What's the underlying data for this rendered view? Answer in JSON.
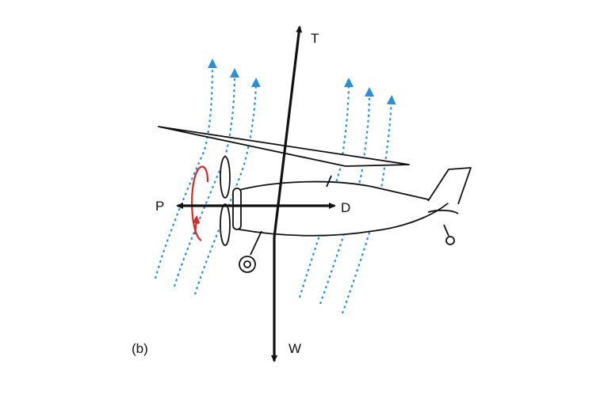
{
  "figure": {
    "panel_label": "(b)",
    "force_labels": {
      "thrust_up": "T",
      "weight": "W",
      "propeller": "P",
      "drag": "D"
    }
  },
  "colors": {
    "ink": "#111111",
    "airflow": "#2a8fd6",
    "rotation": "#d42a2a"
  }
}
